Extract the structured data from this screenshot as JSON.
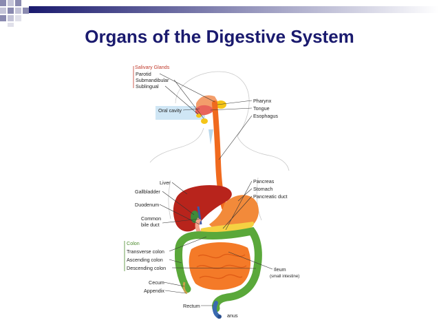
{
  "slide": {
    "title": "Organs of the Digestive System"
  },
  "labels": {
    "salivary_glands": {
      "group_label": "Salivary Glands",
      "items": [
        "Parotid",
        "Submandibular",
        "Sublingual"
      ]
    },
    "oral_cavity": "Oral cavity",
    "pharynx": "Pharynx",
    "tongue": "Tongue",
    "esophagus": "Esophagus",
    "liver": "Liver",
    "gallbladder": "Gallbladder",
    "duodenum": "Duodenum",
    "common_bile_duct": [
      "Common",
      "bile duct"
    ],
    "pancreas": "Pancreas",
    "stomach": "Stomach",
    "pancreatic_duct": "Pancreatic duct",
    "colon": {
      "group_label": "Colon",
      "items": [
        "Transverse colon",
        "Ascending colon",
        "Descending colon"
      ]
    },
    "ileum": "Ileum",
    "ileum_note": "(small intestine)",
    "cecum": "Cecum",
    "appendix": "Appendix",
    "rectum": "Rectum",
    "anus": "anus"
  },
  "colors": {
    "title": "#1a1a6e",
    "esophagus": "#f06a1e",
    "liver": "#b8241c",
    "stomach": "#f28a3a",
    "colon": "#5aa83a",
    "small_intestine": "#f47a28",
    "salivary_gland": "#f5c518",
    "oral_cavity_highlight": "#cfe6f5"
  }
}
